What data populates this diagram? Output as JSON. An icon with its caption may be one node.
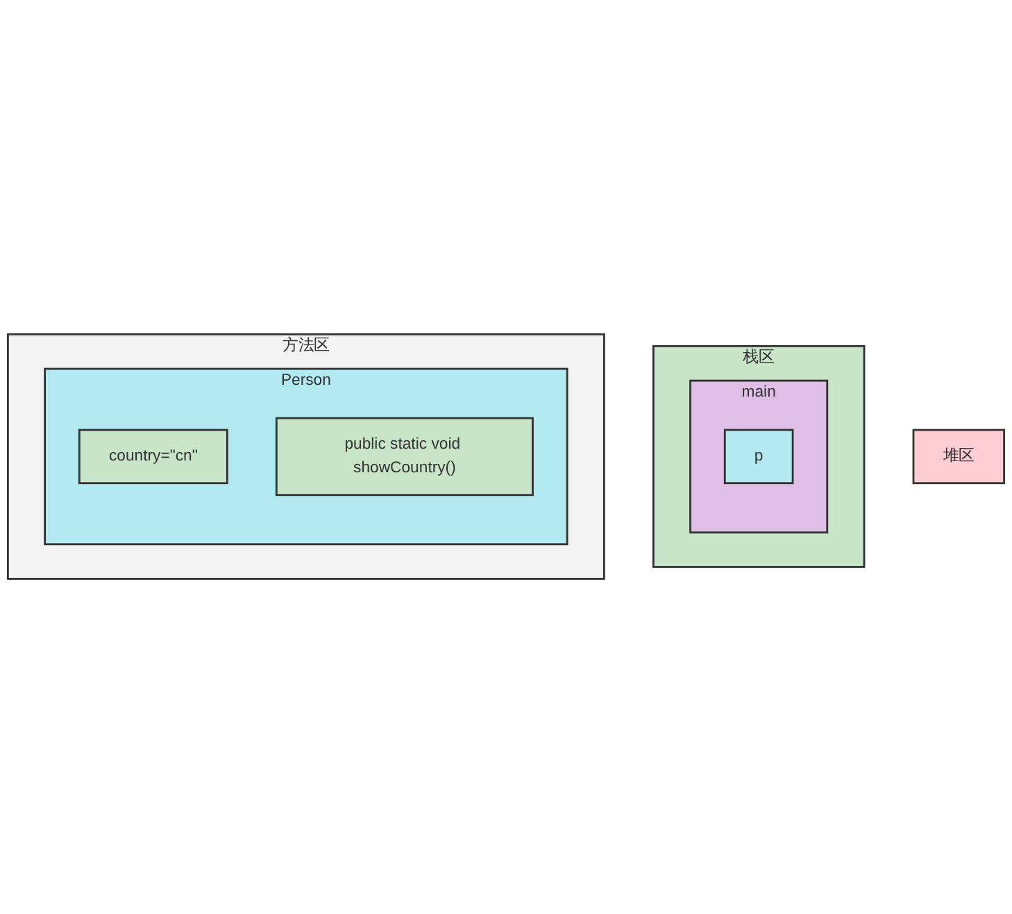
{
  "diagram": {
    "nodes": [
      {
        "text": [
          "栈区"
        ]
      },
      {
        "text": [
          "main"
        ],
        "in": 0
      },
      {
        "text": [
          "p"
        ],
        "in": 1
      },
      {
        "text": [
          "堆区"
        ]
      },
      {
        "text": [
          "方法区"
        ]
      },
      {
        "text": [
          "Person"
        ],
        "in": 4
      },
      {
        "text": [
          "country=\"cn\""
        ],
        "in": 5
      },
      {
        "text": [
          "public static void showCountry()"
        ],
        "in": 5
      }
    ]
  }
}
